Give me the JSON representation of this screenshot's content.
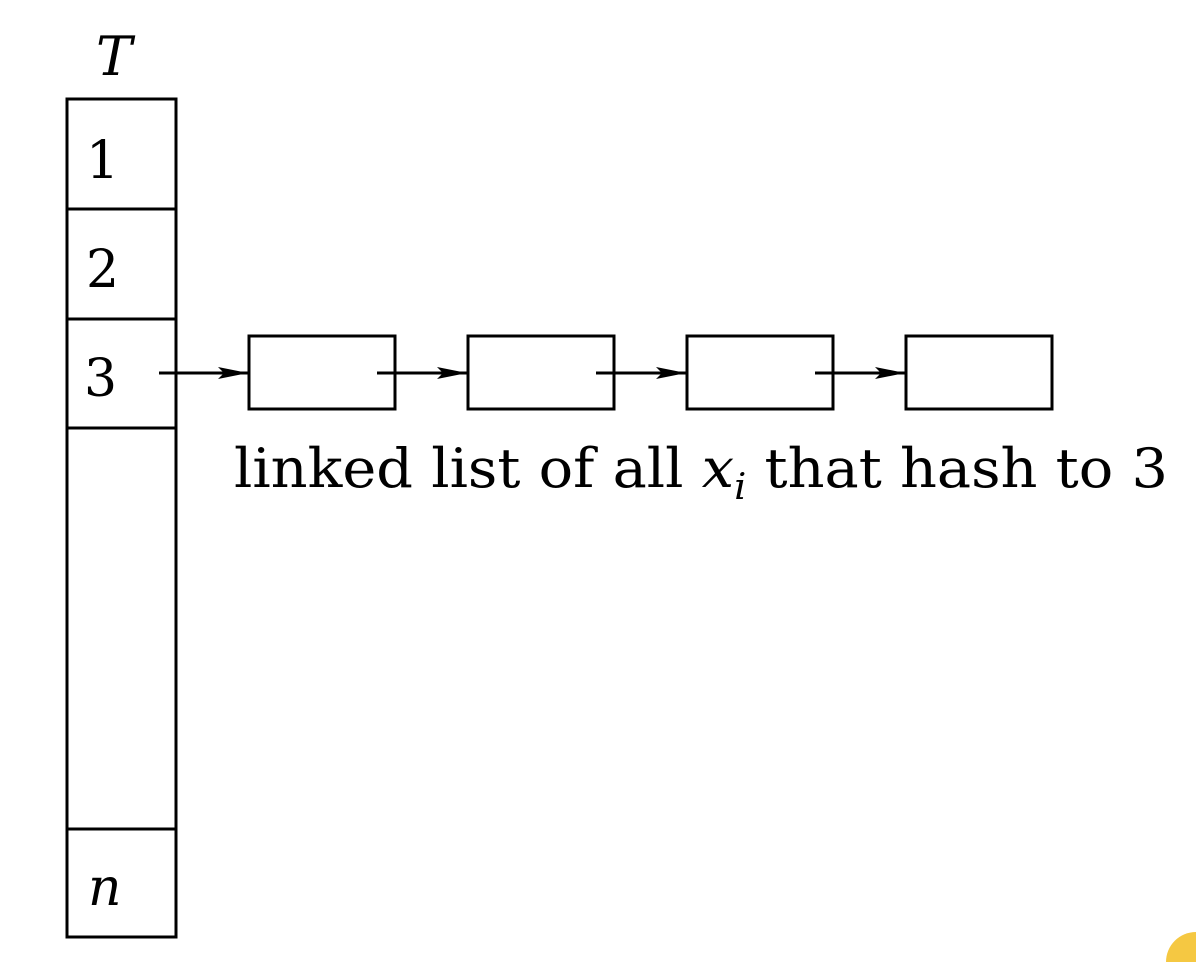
{
  "table": {
    "name": "T",
    "slots": [
      {
        "label": "1"
      },
      {
        "label": "2"
      },
      {
        "label": "3"
      },
      {
        "label": ""
      },
      {
        "label": "n"
      }
    ]
  },
  "linked_list": {
    "node_count": 4,
    "caption": {
      "before": "linked list of all ",
      "var": "x",
      "sub": "i",
      "after": " that hash to 3"
    }
  },
  "colors": {
    "stroke": "#000000",
    "background": "#ffffff",
    "corner_accent": "#f5c842"
  }
}
